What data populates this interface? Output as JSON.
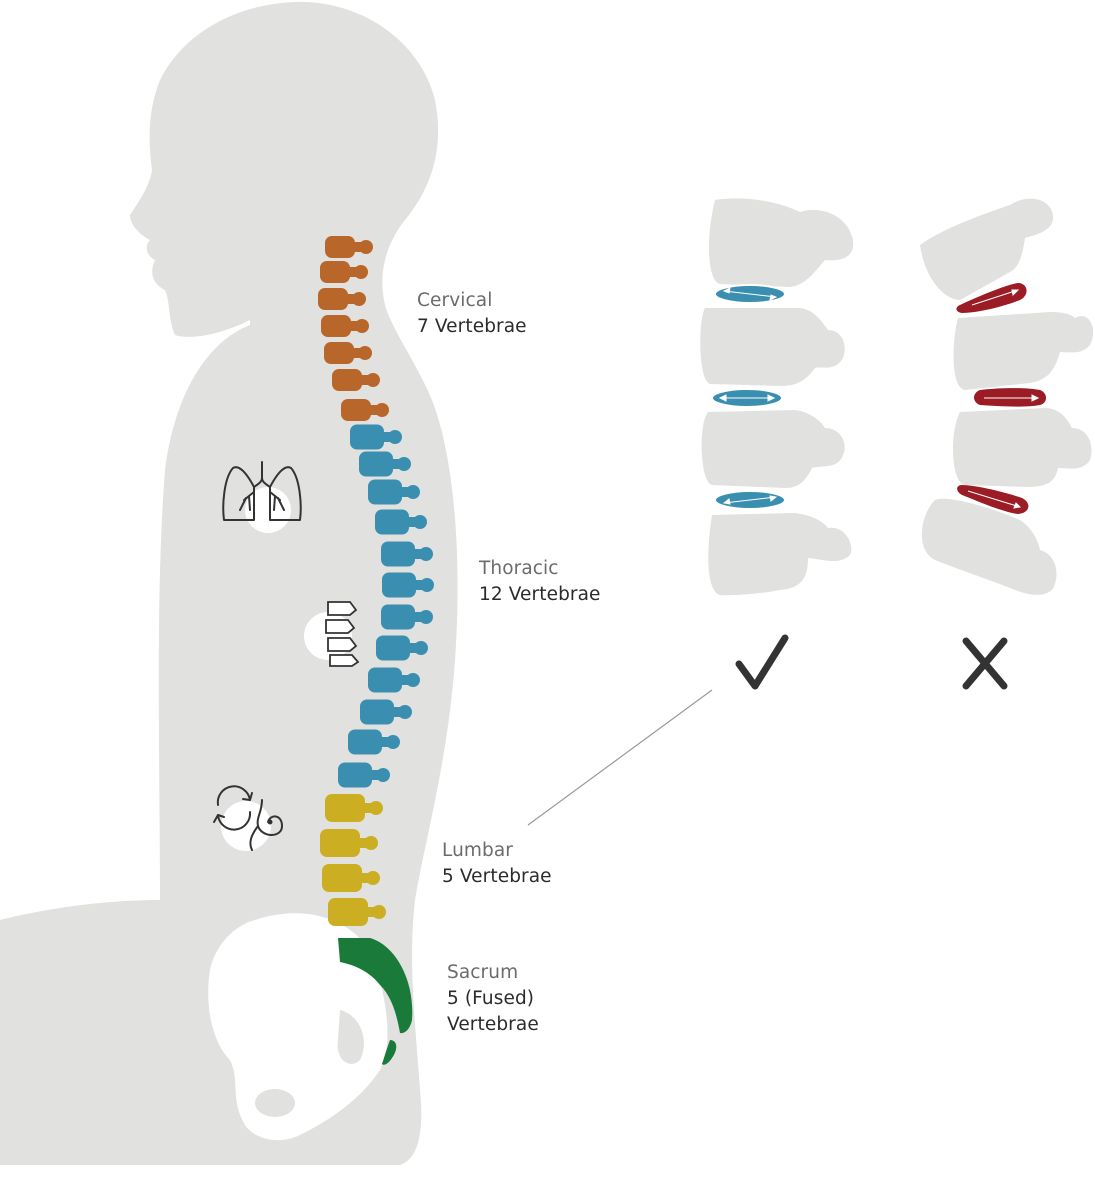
{
  "colors": {
    "body": "#e1e1df",
    "cervical": "#b8662a",
    "thoracic": "#3a8fb0",
    "lumbar": "#ccae22",
    "sacrum": "#1a7a3a",
    "healthy_disc": "#3a8fb0",
    "bad_disc": "#9b1c24",
    "check": "#333333",
    "cross": "#333333"
  },
  "regions": [
    {
      "name": "Cervical",
      "count": "7 Vertebrae",
      "vertebrae": 7
    },
    {
      "name": "Thoracic",
      "count": "12 Vertebrae",
      "vertebrae": 12
    },
    {
      "name": "Lumbar",
      "count": "5 Vertebrae",
      "vertebrae": 5
    },
    {
      "name": "Sacrum",
      "count": "5 (Fused)",
      "count2": "Vertebrae",
      "vertebrae": 5
    }
  ],
  "icons": [
    "lungs-icon",
    "spine-icon",
    "digestion-icon",
    "check-icon",
    "cross-icon"
  ],
  "comparison": {
    "healthy": {
      "symbol": "✓",
      "discs": 3
    },
    "unhealthy": {
      "symbol": "✗",
      "discs": 3
    }
  }
}
